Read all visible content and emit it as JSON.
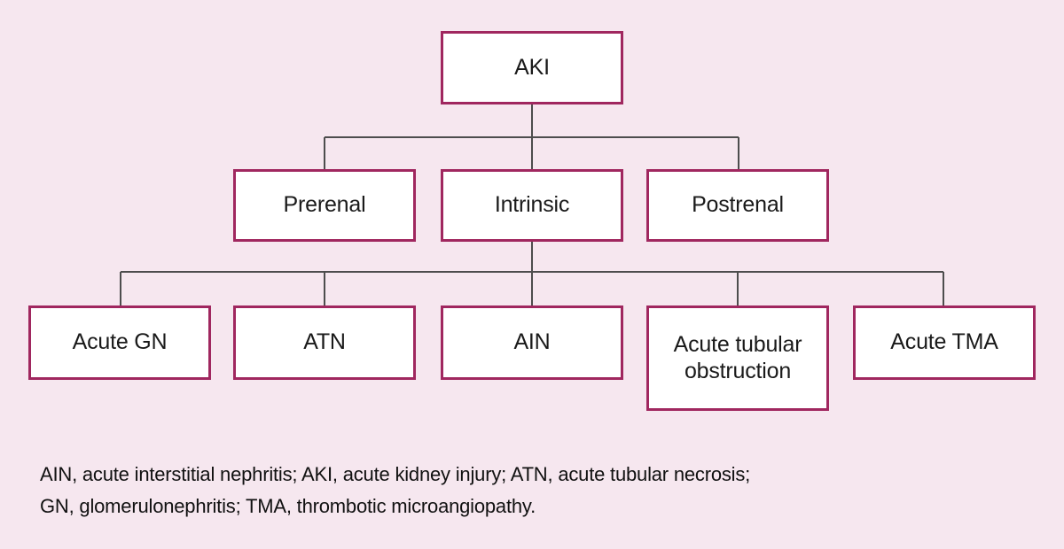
{
  "figure": {
    "background_color": "#f6e7ef",
    "box_border_color": "#a0275f",
    "box_fill_color": "#ffffff",
    "connector_color": "#4d4d4d",
    "text_color": "#111111"
  },
  "diagram": {
    "type": "hierarchy-flowchart",
    "levels": [
      {
        "level": 1,
        "nodes": [
          {
            "id": "aki",
            "label": "AKI"
          }
        ]
      },
      {
        "level": 2,
        "nodes": [
          {
            "id": "prerenal",
            "label": "Prerenal"
          },
          {
            "id": "intrinsic",
            "label": "Intrinsic"
          },
          {
            "id": "postrenal",
            "label": "Postrenal"
          }
        ]
      },
      {
        "level": 3,
        "nodes": [
          {
            "id": "acute-gn",
            "label": "Acute GN"
          },
          {
            "id": "atn",
            "label": "ATN"
          },
          {
            "id": "ain",
            "label": "AIN"
          },
          {
            "id": "acute-tubular-obstruction",
            "label": "Acute tubular\nobstruction"
          },
          {
            "id": "acute-tma",
            "label": "Acute TMA"
          }
        ]
      }
    ],
    "edges": [
      {
        "from": "aki",
        "to": "prerenal"
      },
      {
        "from": "aki",
        "to": "intrinsic"
      },
      {
        "from": "aki",
        "to": "postrenal"
      },
      {
        "from": "intrinsic",
        "to": "acute-gn"
      },
      {
        "from": "intrinsic",
        "to": "atn"
      },
      {
        "from": "intrinsic",
        "to": "ain"
      },
      {
        "from": "intrinsic",
        "to": "acute-tubular-obstruction"
      },
      {
        "from": "intrinsic",
        "to": "acute-tma"
      }
    ]
  },
  "footnote": {
    "line1": "AIN, acute interstitial nephritis; AKI, acute kidney injury; ATN, acute tubular necrosis;",
    "line2": "GN, glomerulonephritis; TMA, thrombotic microangiopathy."
  }
}
